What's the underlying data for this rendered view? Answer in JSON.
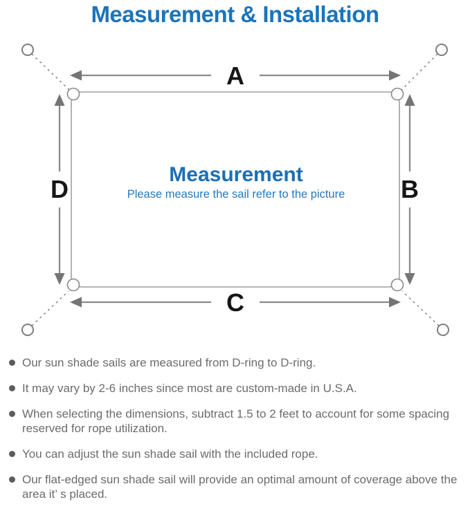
{
  "title": "Measurement & Installation",
  "diagram": {
    "labels": {
      "top": "A",
      "right": "B",
      "bottom": "C",
      "left": "D"
    },
    "center_title": "Measurement",
    "center_subtitle": "Please measure the sail refer to the picture",
    "icons": {
      "corner_ring": "d-ring",
      "anchor": "anchor-point-circle",
      "rope": "dashed-rope-line",
      "dimension": "double-headed-arrow"
    }
  },
  "notes": [
    "Our sun shade sails are measured from D-ring to D-ring.",
    "It may vary by 2-6 inches since most are custom-made in U.S.A.",
    "When selecting the dimensions, subtract 1.5 to 2 feet to account for some spacing reserved for rope utilization.",
    "You can adjust the sun shade sail with the included rope.",
    "Our flat-edged sun shade sail will provide an optimal amount of coverage above the area it’ s placed."
  ],
  "colors": {
    "title_blue": "#1b74b9",
    "center_title_blue": "#1a6fb5",
    "center_subtitle_blue": "#2478bd",
    "label_black": "#161616",
    "line_gray": "#8a8a8a",
    "arrow_gray": "#757575",
    "sail_outline_gray": "#9e9e9e",
    "note_text_gray": "#6b6b6b",
    "background": "#ffffff"
  }
}
